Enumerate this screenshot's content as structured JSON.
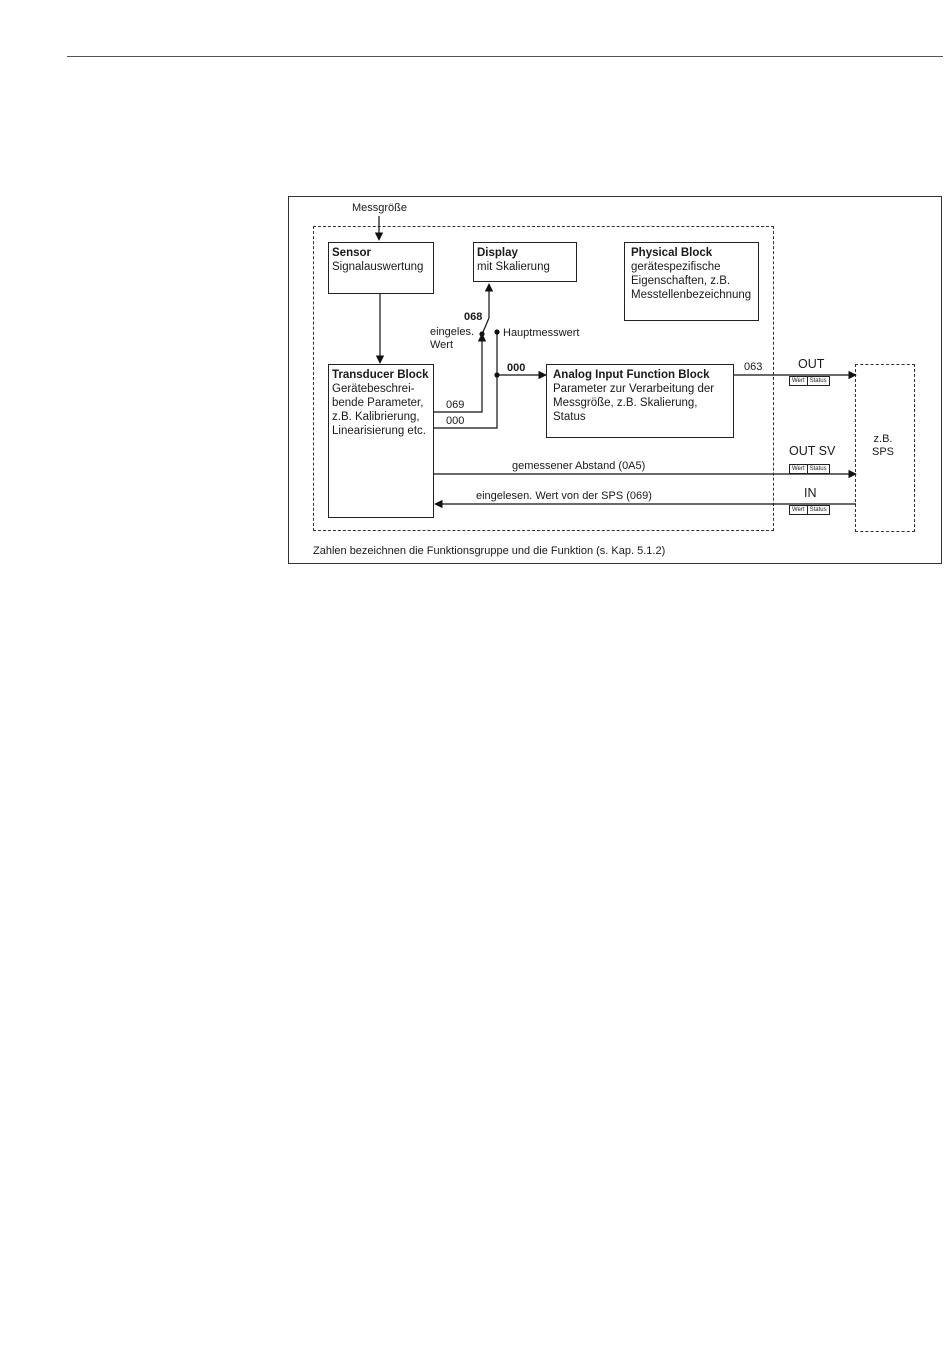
{
  "diagram": {
    "input_label": "Messgröße",
    "sensor": {
      "title": "Sensor",
      "body": "Signalauswertung"
    },
    "display": {
      "title": "Display",
      "body": "mit Skalierung"
    },
    "physical": {
      "title": "Physical Block",
      "body": "gerätespezifische\nEigenschaften, z.B.\nMesstellenbezeichnung"
    },
    "transducer": {
      "title": "Transducer Block",
      "body": "Gerätebeschrei-\nbende Parameter,\nz.B. Kalibrierung,\nLinearisierung etc."
    },
    "ai_block": {
      "title": "Analog Input Function Block",
      "body": "Parameter zur Verarbeitung der\nMessgröße, z.B. Skalierung,\nStatus"
    },
    "switch": {
      "code": "068",
      "left_label": "eingeles.\nWert",
      "right_label": "Hauptmesswert"
    },
    "codes": {
      "c069": "069",
      "c000a": "000",
      "c000b": "000",
      "c063": "063"
    },
    "outputs": {
      "out": "OUT",
      "out_sv": "OUT SV",
      "in": "IN",
      "measured": "gemessener Abstand (0A5)",
      "read_in": "eingelesen. Wert von der SPS (069)"
    },
    "status_tag": {
      "value": "Wert",
      "status": "Status"
    },
    "sps": "z.B.\nSPS",
    "footnote": "Zahlen bezeichnen die Funktionsgruppe und die Funktion (s. Kap. 5.1.2)"
  }
}
